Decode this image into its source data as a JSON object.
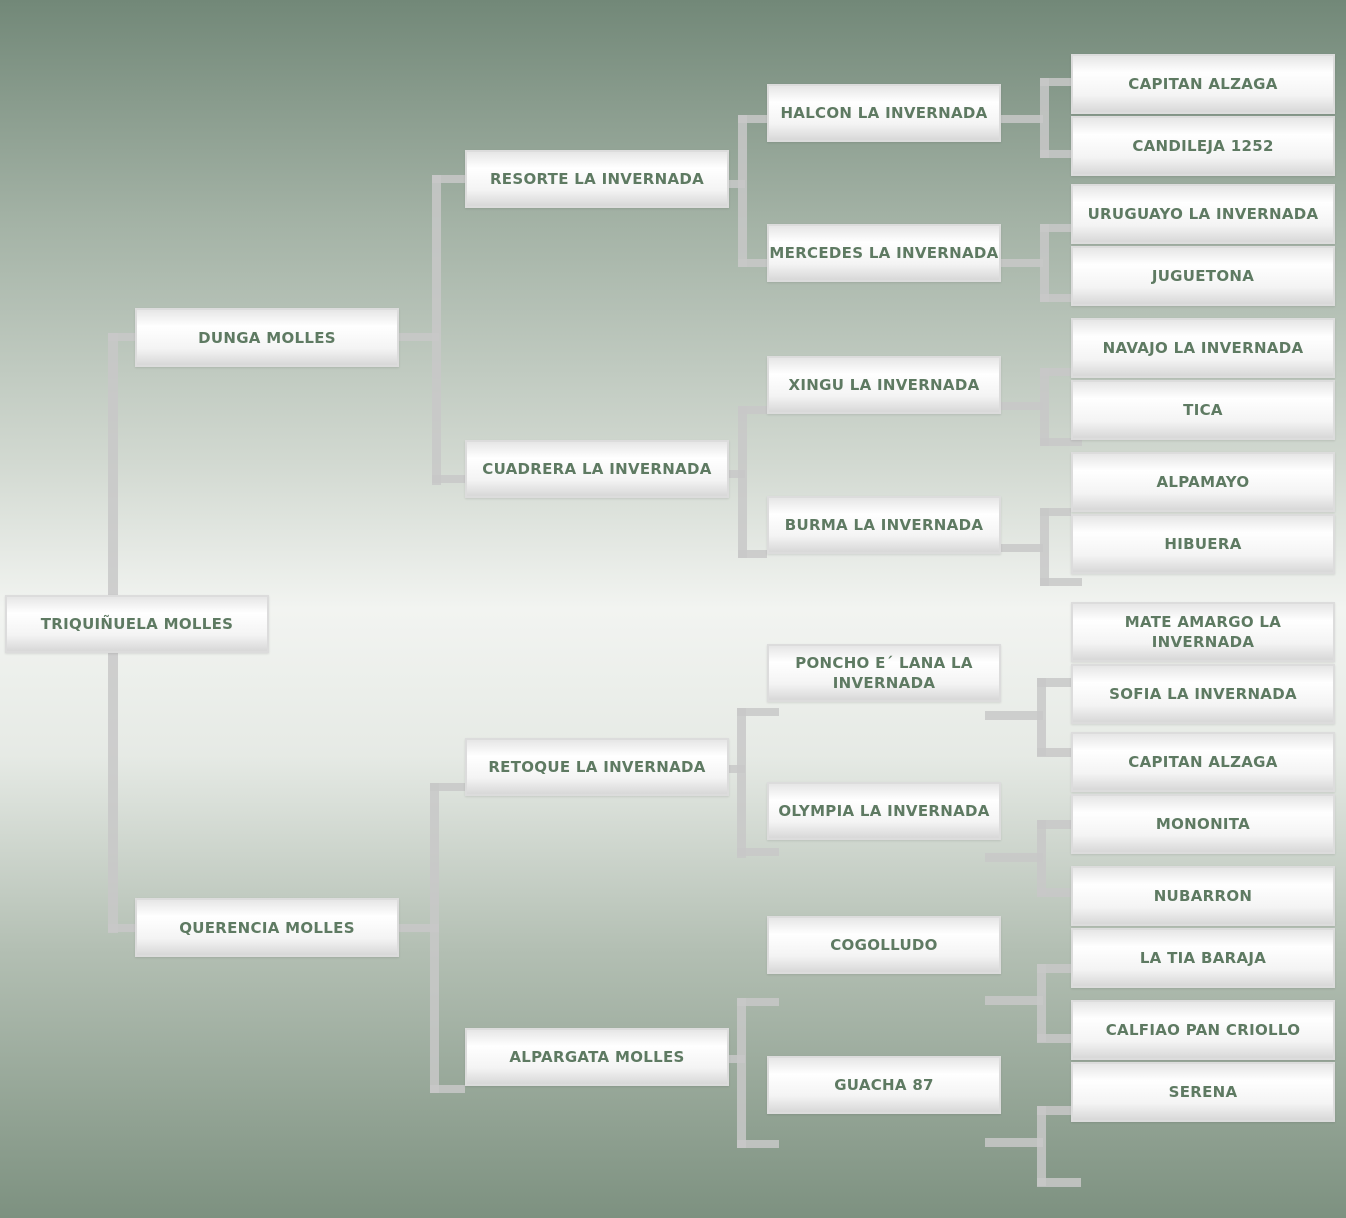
{
  "subject": "TRIQUIÑUELA MOLLES",
  "parents": [
    "DUNGA MOLLES",
    "QUERENCIA MOLLES"
  ],
  "grandparents": [
    "RESORTE LA INVERNADA",
    "CUADRERA LA INVERNADA",
    "RETOQUE LA INVERNADA",
    "ALPARGATA MOLLES"
  ],
  "great_grandparents": [
    "HALCON LA INVERNADA",
    "MERCEDES LA INVERNADA",
    "XINGU LA INVERNADA",
    "BURMA LA INVERNADA",
    "PONCHO E´ LANA LA INVERNADA",
    "OLYMPIA LA INVERNADA",
    "COGOLLUDO",
    "GUACHA 87"
  ],
  "great_great_grandparents": [
    "CAPITAN ALZAGA",
    "CANDILEJA 1252",
    "URUGUAYO LA INVERNADA",
    "JUGUETONA",
    "NAVAJO LA INVERNADA",
    "TICA",
    "ALPAMAYO",
    "HIBUERA",
    "MATE AMARGO LA INVERNADA",
    "SOFIA LA INVERNADA",
    "CAPITAN ALZAGA",
    "MONONITA",
    "NUBARRON",
    "LA TIA BARAJA",
    "CALFIAO PAN CRIOLLO",
    "SERENA"
  ]
}
